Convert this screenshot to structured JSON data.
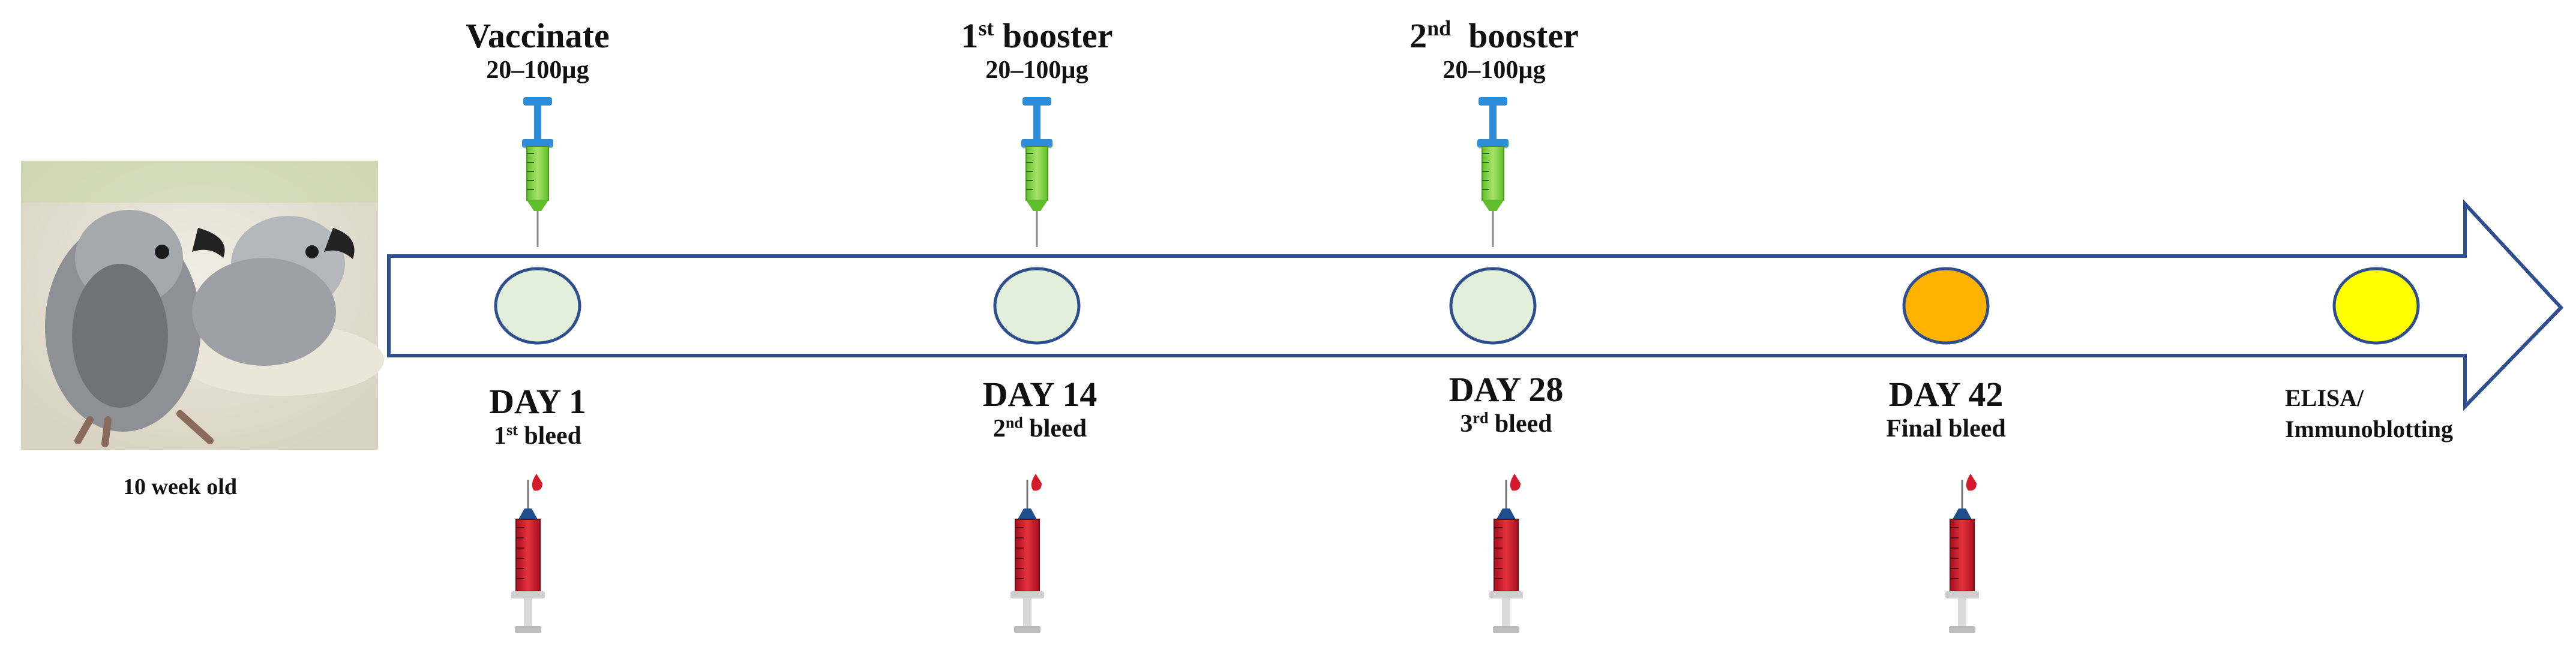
{
  "photo": {
    "image_name": "parrot-chicks-photo",
    "caption": "10 week old"
  },
  "vaccinations": [
    {
      "title": "Vaccinate",
      "ordinal": "",
      "dose": "20–100µg"
    },
    {
      "title": " booster",
      "ordinal": "st",
      "lead": "1",
      "dose": "20–100µg"
    },
    {
      "title": "  booster",
      "ordinal": "nd",
      "lead": "2",
      "dose": "20–100µg"
    }
  ],
  "timepoints": [
    {
      "day": "DAY 1",
      "bleed_lead": "1",
      "bleed_ordinal": "st",
      "bleed_rest": " bleed",
      "color": "#E2EFDA"
    },
    {
      "day": "DAY 14",
      "bleed_lead": "2",
      "bleed_ordinal": "nd",
      "bleed_rest": " bleed",
      "color": "#E2EFDA"
    },
    {
      "day": "DAY 28",
      "bleed_lead": "3",
      "bleed_ordinal": "rd",
      "bleed_rest": " bleed",
      "color": "#E2EFDA"
    },
    {
      "day": "DAY 42",
      "bleed_lead": "",
      "bleed_ordinal": "",
      "bleed_rest": "Final bleed",
      "color": "#FFB300"
    }
  ],
  "endpoint": {
    "line1": "ELISA/",
    "line2": "Immunoblotting",
    "color": "#FFFF00"
  },
  "colors": {
    "arrow_outline": "#2F4E8F",
    "circle_outline": "#2F4E8F",
    "vaccine_syringe_fluid": "#7CD13F",
    "vaccine_syringe_plunger": "#2E8BD8",
    "blood_syringe_fluid": "#D41A2A"
  }
}
